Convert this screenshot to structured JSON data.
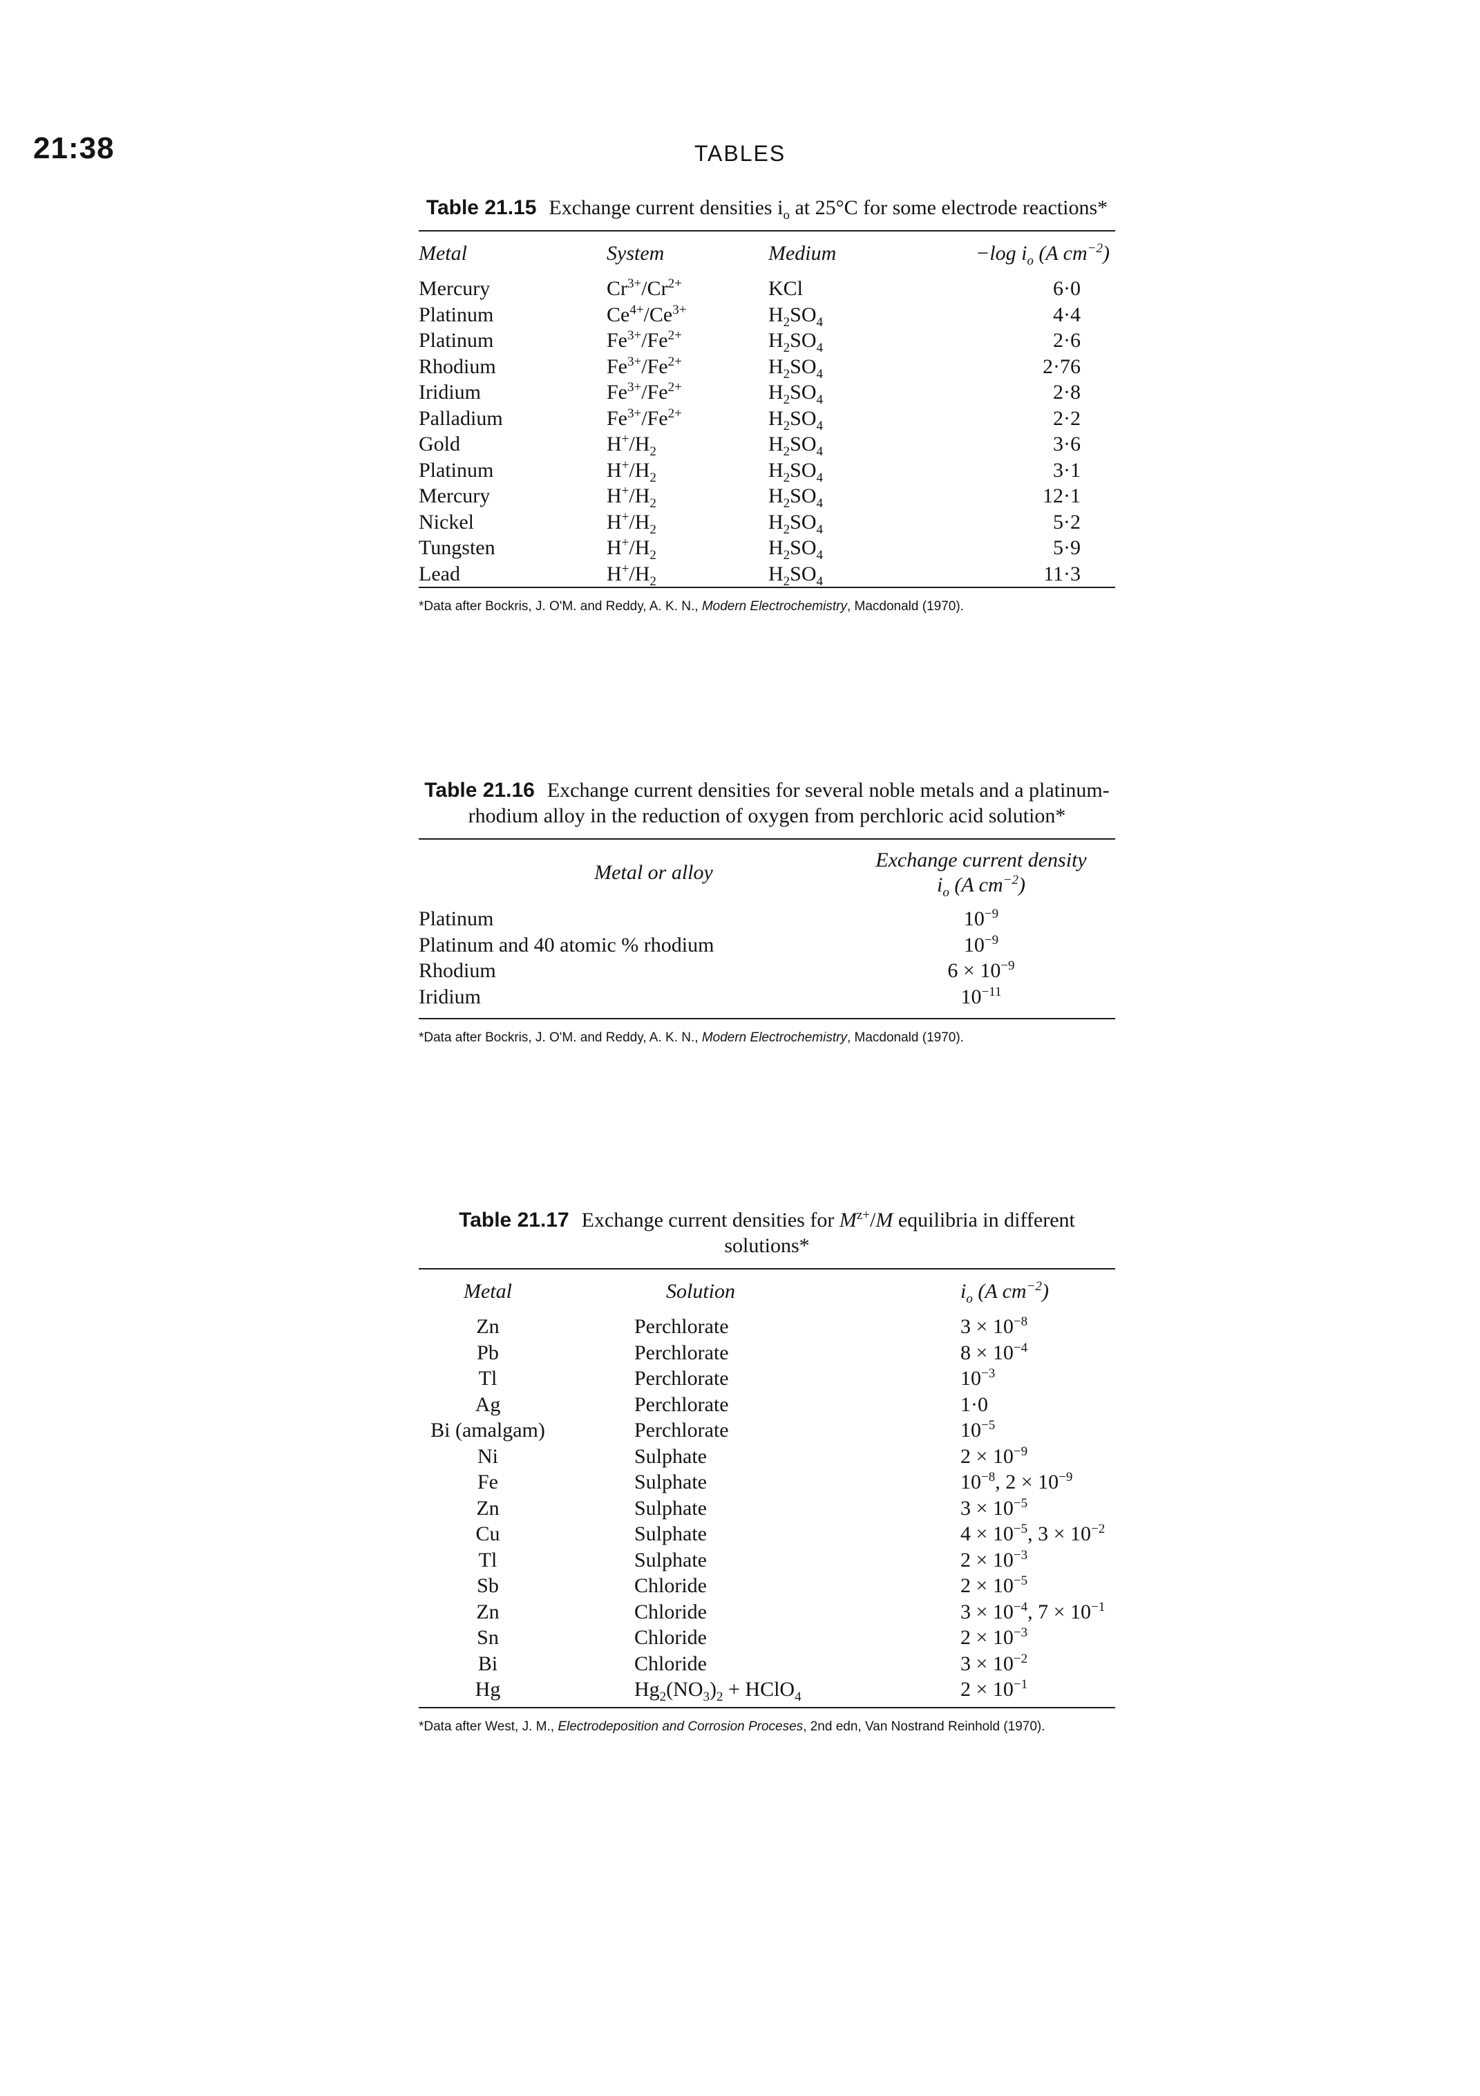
{
  "page": {
    "number": "21:38",
    "running_title": "TABLES"
  },
  "table15": {
    "label": "Table 21.15",
    "caption": "Exchange current densities i<sub>o</sub> at 25°C for some electrode reactions*",
    "headers": [
      "Metal",
      "System",
      "Medium",
      "−log i<sub>o</sub> (A cm<sup>−2</sup>)"
    ],
    "rows": [
      [
        "Mercury",
        "Cr<sup>3+</sup>/Cr<sup>2+</sup>",
        "KCl",
        "6·0"
      ],
      [
        "Platinum",
        "Ce<sup>4+</sup>/Ce<sup>3+</sup>",
        "H<sub>2</sub>SO<sub>4</sub>",
        "4·4"
      ],
      [
        "Platinum",
        "Fe<sup>3+</sup>/Fe<sup>2+</sup>",
        "H<sub>2</sub>SO<sub>4</sub>",
        "2·6"
      ],
      [
        "Rhodium",
        "Fe<sup>3+</sup>/Fe<sup>2+</sup>",
        "H<sub>2</sub>SO<sub>4</sub>",
        "2·76"
      ],
      [
        "Iridium",
        "Fe<sup>3+</sup>/Fe<sup>2+</sup>",
        "H<sub>2</sub>SO<sub>4</sub>",
        "2·8"
      ],
      [
        "Palladium",
        "Fe<sup>3+</sup>/Fe<sup>2+</sup>",
        "H<sub>2</sub>SO<sub>4</sub>",
        "2·2"
      ],
      [
        "Gold",
        "H<sup>+</sup>/H<sub>2</sub>",
        "H<sub>2</sub>SO<sub>4</sub>",
        "3·6"
      ],
      [
        "Platinum",
        "H<sup>+</sup>/H<sub>2</sub>",
        "H<sub>2</sub>SO<sub>4</sub>",
        "3·1"
      ],
      [
        "Mercury",
        "H<sup>+</sup>/H<sub>2</sub>",
        "H<sub>2</sub>SO<sub>4</sub>",
        "12·1"
      ],
      [
        "Nickel",
        "H<sup>+</sup>/H<sub>2</sub>",
        "H<sub>2</sub>SO<sub>4</sub>",
        "5·2"
      ],
      [
        "Tungsten",
        "H<sup>+</sup>/H<sub>2</sub>",
        "H<sub>2</sub>SO<sub>4</sub>",
        "5·9"
      ],
      [
        "Lead",
        "H<sup>+</sup>/H<sub>2</sub>",
        "H<sub>2</sub>SO<sub>4</sub>",
        "11·3"
      ]
    ],
    "footnote": "*Data after Bockris, J. O'M. and Reddy, A. K. N., <i>Modern Electrochemistry</i>, Macdonald (1970)."
  },
  "table16": {
    "label": "Table 21.16",
    "caption": "Exchange current densities for several noble metals and a platinum-rhodium alloy in the reduction of oxygen from perchloric acid solution*",
    "headers": [
      "Metal or alloy",
      "Exchange current density<br>i<sub>o</sub> (A cm<sup>−2</sup>)"
    ],
    "rows": [
      [
        "Platinum",
        "10<sup>−9</sup>"
      ],
      [
        "Platinum and 40 atomic % rhodium",
        "10<sup>−9</sup>"
      ],
      [
        "Rhodium",
        "6 × 10<sup>−9</sup>"
      ],
      [
        "Iridium",
        "10<sup>−11</sup>"
      ]
    ],
    "footnote": "*Data after Bockris, J. O'M. and Reddy, A. K. N., <i>Modern Electrochemistry</i>, Macdonald (1970)."
  },
  "table17": {
    "label": "Table 21.17",
    "caption": "Exchange current densities for <i>M</i><sup>z+</sup>/<i>M</i> equilibria in different solutions*",
    "headers": [
      "Metal",
      "Solution",
      "i<sub>o</sub> (A cm<sup>−2</sup>)"
    ],
    "rows": [
      [
        "Zn",
        "Perchlorate",
        "3 × 10<sup>−8</sup>"
      ],
      [
        "Pb",
        "Perchlorate",
        "8 × 10<sup>−4</sup>"
      ],
      [
        "Tl",
        "Perchlorate",
        "10<sup>−3</sup>"
      ],
      [
        "Ag",
        "Perchlorate",
        "1·0"
      ],
      [
        "Bi (amalgam)",
        "Perchlorate",
        "10<sup>−5</sup>"
      ],
      [
        "Ni",
        "Sulphate",
        "2 × 10<sup>−9</sup>"
      ],
      [
        "Fe",
        "Sulphate",
        "10<sup>−8</sup>, 2 × 10<sup>−9</sup>"
      ],
      [
        "Zn",
        "Sulphate",
        "3 × 10<sup>−5</sup>"
      ],
      [
        "Cu",
        "Sulphate",
        "4 × 10<sup>−5</sup>, 3 × 10<sup>−2</sup>"
      ],
      [
        "Tl",
        "Sulphate",
        "2 × 10<sup>−3</sup>"
      ],
      [
        "Sb",
        "Chloride",
        "2 × 10<sup>−5</sup>"
      ],
      [
        "Zn",
        "Chloride",
        "3 × 10<sup>−4</sup>, 7 × 10<sup>−1</sup>"
      ],
      [
        "Sn",
        "Chloride",
        "2 × 10<sup>−3</sup>"
      ],
      [
        "Bi",
        "Chloride",
        "3 × 10<sup>−2</sup>"
      ],
      [
        "Hg",
        "Hg<sub>2</sub>(NO<sub>3</sub>)<sub>2</sub> + HClO<sub>4</sub>",
        "2 × 10<sup>−1</sup>"
      ]
    ],
    "footnote": "*Data after West, J. M., <i>Electrodeposition and Corrosion Proceses</i>, 2nd edn, Van Nostrand Reinhold (1970)."
  }
}
